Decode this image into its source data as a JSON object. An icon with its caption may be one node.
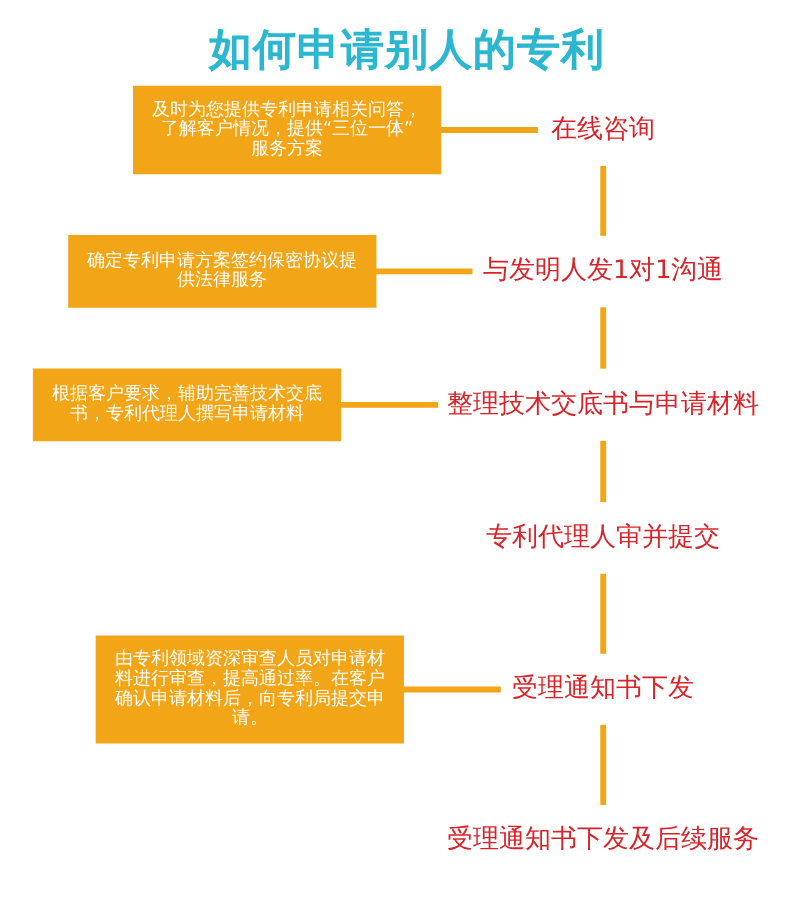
{
  "diagram": {
    "title": "如何申请别人的专利",
    "nodes": [
      {
        "text": [
          "及时为您提供专利申请相关问答，了解客户情况，提供“三位一体”服务方案"
        ]
      },
      {
        "text": [
          "在线咨询"
        ]
      },
      {
        "text": [
          "确定专利申请方案签约保密协议提供法律服务"
        ]
      },
      {
        "text": [
          "与发明人发1对1沟通"
        ]
      },
      {
        "text": [
          "根据客户要求，辅助完善技术交底书，专利代理人撰写申请材料"
        ]
      },
      {
        "text": [
          "整理技术交底书与申请材料"
        ]
      },
      {
        "text": [
          "专利代理人审并提交"
        ]
      },
      {
        "text": [
          "由专利领域资深审查人员对申请材料进行审查，提高通过率。在客户确认申请材料后，向专利局提交申请。"
        ]
      },
      {
        "text": [
          "受理通知书下发"
        ]
      },
      {
        "text": [
          "受理通知书下发及后续服务"
        ]
      }
    ],
    "edges": [
      {
        "from": 0,
        "to": 1,
        "arrow": "none"
      },
      {
        "from": 2,
        "to": 3,
        "arrow": "none"
      },
      {
        "from": 4,
        "to": 5,
        "arrow": "none"
      },
      {
        "from": 7,
        "to": 8,
        "arrow": "none"
      },
      {
        "from": 1,
        "to": 3,
        "arrow": "none"
      },
      {
        "from": 3,
        "to": 5,
        "arrow": "none"
      },
      {
        "from": 5,
        "to": 6,
        "arrow": "none"
      },
      {
        "from": 6,
        "to": 8,
        "arrow": "none"
      },
      {
        "from": 8,
        "to": 9,
        "arrow": "none"
      }
    ]
  }
}
